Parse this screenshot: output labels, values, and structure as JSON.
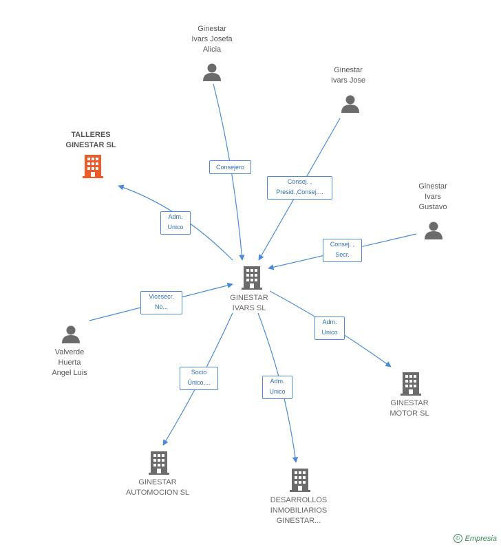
{
  "center": {
    "name": [
      "GINESTAR",
      "IVARS SL"
    ]
  },
  "people": [
    {
      "id": "p1",
      "name": [
        "Ginestar",
        "Ivars Josefa",
        "Alicia"
      ]
    },
    {
      "id": "p2",
      "name": [
        "Ginestar",
        "Ivars Jose"
      ]
    },
    {
      "id": "p3",
      "name": [
        "Ginestar",
        "Ivars",
        "Gustavo"
      ]
    },
    {
      "id": "p4",
      "name": [
        "Valverde",
        "Huerta",
        "Angel Luis"
      ]
    }
  ],
  "companies": [
    {
      "id": "c1",
      "name": [
        "TALLERES",
        "GINESTAR SL"
      ],
      "highlight": true
    },
    {
      "id": "c2",
      "name": [
        "GINESTAR",
        "MOTOR  SL"
      ]
    },
    {
      "id": "c3",
      "name": [
        "GINESTAR",
        "AUTOMOCION SL"
      ]
    },
    {
      "id": "c4",
      "name": [
        "DESARROLLOS",
        "INMOBILIARIOS",
        "GINESTAR..."
      ]
    }
  ],
  "edges": [
    {
      "id": "e1",
      "label": [
        "Consejero"
      ]
    },
    {
      "id": "e2",
      "label": [
        "Consej. ,",
        "Presid.,Consej...."
      ]
    },
    {
      "id": "e3",
      "label": [
        "Consej. ,",
        "Secr."
      ]
    },
    {
      "id": "e4",
      "label": [
        "Vicesecr.",
        "No..."
      ]
    },
    {
      "id": "e5",
      "label": [
        "Adm.",
        "Unico"
      ]
    },
    {
      "id": "e6",
      "label": [
        "Adm.",
        "Unico"
      ]
    },
    {
      "id": "e7",
      "label": [
        "Socio",
        "Único,..."
      ]
    },
    {
      "id": "e8",
      "label": [
        "Adm.",
        "Unico"
      ]
    }
  ],
  "colors": {
    "edge": "#4a8ad6",
    "icon": "#6b6b6b",
    "highlight": "#f05a28"
  },
  "brand": {
    "symbol": "©",
    "text": "Empresia"
  }
}
